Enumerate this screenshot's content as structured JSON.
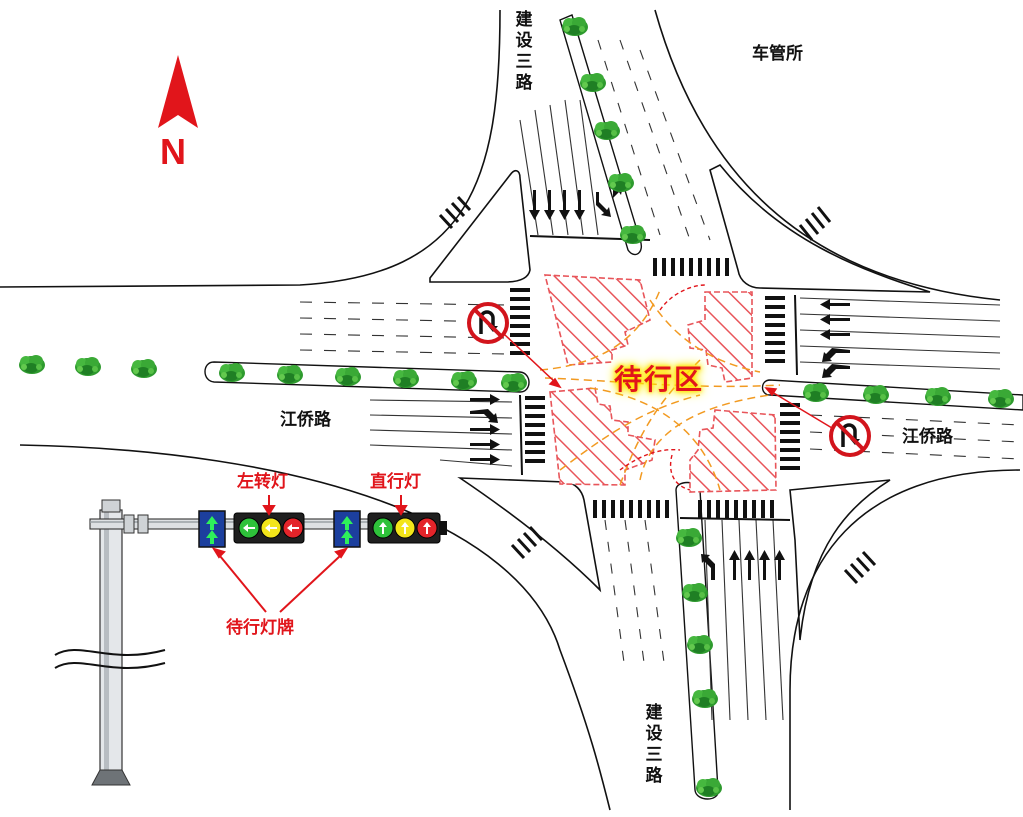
{
  "roads": {
    "north_road": "建设三路",
    "south_road": "建设三路",
    "west_road": "江侨路",
    "east_road": "江侨路",
    "landmark": "车管所"
  },
  "center_label": "待行区",
  "compass": {
    "letter": "N",
    "color": "#e1151b"
  },
  "signal_labels": {
    "left_turn_light": "左转灯",
    "straight_light": "直行灯",
    "waiting_sign": "待行灯牌"
  },
  "icons": [
    "no-u-turn-sign-icon",
    "north-arrow-icon",
    "traffic-light-icon",
    "tree-icon"
  ],
  "colors": {
    "accent_red": "#e1151b",
    "highlight_yellow": "#ffe600",
    "sign_blue": "#1c3f9e",
    "light_green": "#2ec23a",
    "light_yellow": "#f3e51a",
    "light_red": "#e4242a"
  }
}
